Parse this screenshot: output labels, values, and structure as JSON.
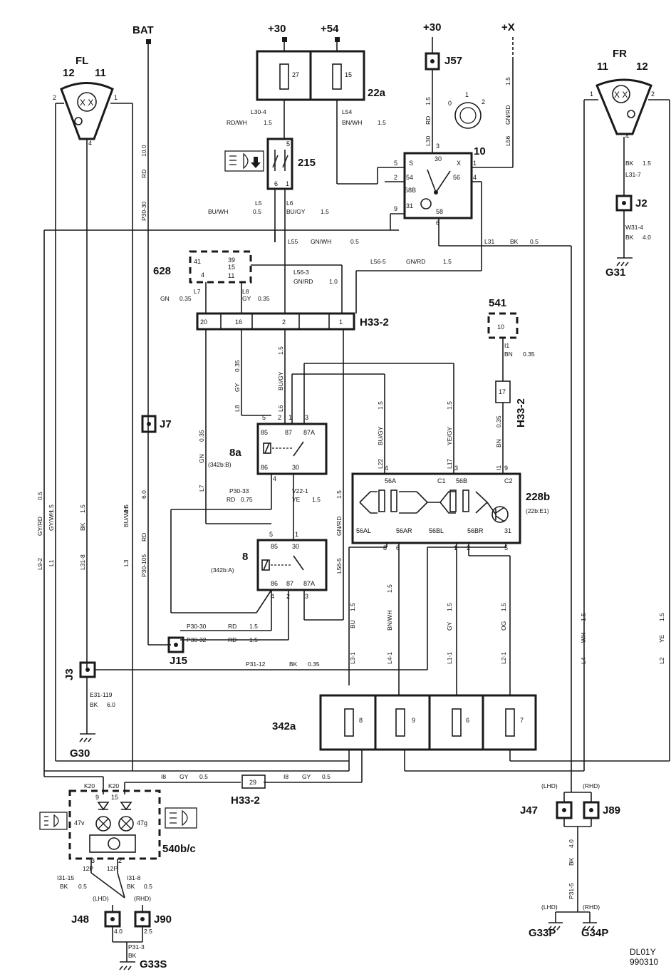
{
  "supply": {
    "bat": "BAT",
    "p30a": "+30",
    "p54": "+54",
    "p30b": "+30",
    "px": "+X"
  },
  "lamps": {
    "fl": "FL",
    "fr": "FR",
    "n12": "12",
    "n11": "11"
  },
  "components": {
    "c22a": "22a",
    "c215": "215",
    "c10": "10",
    "c628": "628",
    "c8a": "8a",
    "c8": "8",
    "c541": "541",
    "c228b": "228b",
    "c228b_sub": "(22b:E1)",
    "c342a": "342a",
    "c540": "540b/c",
    "c8a_sub": "(342b:B)",
    "c8_sub": "(342b:A)"
  },
  "connectors": {
    "h33_2": "H33-2",
    "j57": "J57",
    "j2": "J2",
    "j7": "J7",
    "j15": "J15",
    "j3": "J3",
    "j47": "J47",
    "j89": "J89",
    "j48": "J48",
    "j90": "J90"
  },
  "grounds": {
    "g31": "G31",
    "g30": "G30",
    "g33p": "G33P",
    "g34p": "G34P",
    "g33s": "G33S"
  },
  "side": {
    "lhd": "(LHD)",
    "rhd": "(RHD)"
  },
  "fuses22a": {
    "f27": "27",
    "f15": "15"
  },
  "fuses342a": {
    "f8": "8",
    "f9": "9",
    "f6": "6",
    "f7": "7"
  },
  "footer": {
    "code": "DL01Y",
    "date": "990310"
  },
  "wires": {
    "l30_4": "L30-4",
    "l54": "L54",
    "rdwh": "RD/WH",
    "bnwh": "BN/WH",
    "v15": "1.5",
    "l5": "L5",
    "l6": "L6",
    "buwh": "BU/WH",
    "bugy": "BU/GY",
    "v05": "0.5",
    "l55": "L55",
    "gnwh": "GN/WH",
    "l56_3": "L56-3",
    "gnrd": "GN/RD",
    "v10": "1.0",
    "l56_5": "L56-5",
    "l7": "L7",
    "l8": "L8",
    "gn": "GN",
    "gy": "GY",
    "v035": "0.35",
    "l31": "L31",
    "bk": "BK",
    "l31_7": "L31-7",
    "w31_4": "W31-4",
    "v40": "4.0",
    "p30_30": "P30-30",
    "rd": "RD",
    "v100": "10.0",
    "l30": "L30",
    "l56": "L56",
    "i1": "I1",
    "bn": "BN",
    "l22": "L22",
    "l17": "L17",
    "yegy": "YE/GY",
    "p30_33": "P30-33",
    "v075": "0.75",
    "v22_1": "V22-1",
    "ye": "YE",
    "p30_105": "P30-105",
    "v60": "6.0",
    "l3": "L3",
    "l31_8": "L31-8",
    "l1": "L1",
    "gywh": "GY/WH",
    "l9_2": "L9-2",
    "gyrd": "GY/RD",
    "p30_30b": "P30-30",
    "p30_32": "P30-32",
    "p31_12": "P31-12",
    "bu": "BU",
    "og": "OG",
    "l3_1": "L3-1",
    "l4_1": "L4-1",
    "l1_1": "L1-1",
    "l2_1": "L2-1",
    "wh": "WH",
    "l4": "L4",
    "l2": "L2",
    "e31_119": "E31-119",
    "i8": "I8",
    "k20": "K20",
    "i31_15": "I31-15",
    "i31_8": "I31-8",
    "p31_5": "P31-5",
    "p31_3": "P31-3",
    "v25": "2.5",
    "v12p": "12P",
    "h47v": "47v",
    "h47g": "47g"
  },
  "pins": {
    "p85": "85",
    "p87": "87",
    "p87a": "87A",
    "p86": "86",
    "p30": "30",
    "p56a": "56A",
    "p56b": "56B",
    "p56al": "56AL",
    "p56ar": "56AR",
    "p56bl": "56BL",
    "p56br": "56BR",
    "p31": "31",
    "pc1": "C1",
    "pc2": "C2",
    "ps": "S",
    "px": "X",
    "p54": "54",
    "p56": "56",
    "p58b": "58B",
    "p58": "58",
    "p41": "41",
    "p39": "39",
    "p15": "15",
    "p11": "11",
    "p4": "4",
    "p20": "20",
    "p16": "16",
    "p2": "2",
    "p1": "1",
    "p3": "3",
    "p5": "5",
    "p6": "6",
    "p7": "7",
    "p8": "8",
    "p9": "9",
    "p10": "10",
    "p17": "17",
    "p29": "29",
    "p0": "0"
  }
}
